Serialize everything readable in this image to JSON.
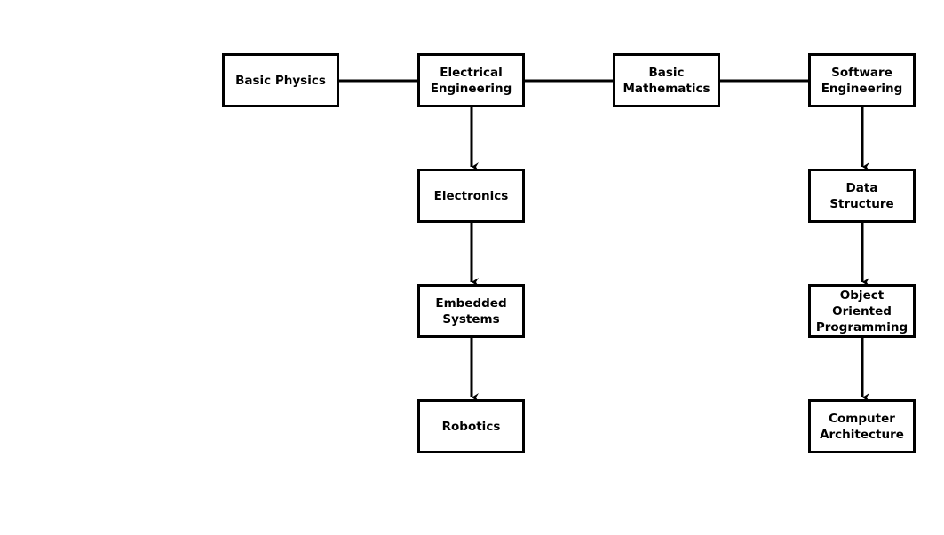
{
  "nodes": {
    "basic_physics": "Basic Physics",
    "electrical_engineering": "Electrical\nEngineering",
    "basic_mathematics": "Basic\nMathematics",
    "software_engineering": "Software\nEngineering",
    "electronics": "Electronics",
    "embedded_systems": "Embedded\nSystems",
    "robotics": "Robotics",
    "data_structure": "Data Structure",
    "object_oriented_programming": "Object Oriented\nProgramming",
    "computer_architecture": "Computer\nArchitecture"
  },
  "edges": [
    {
      "from": "basic_physics",
      "to": "electrical_engineering",
      "type": "line"
    },
    {
      "from": "electrical_engineering",
      "to": "basic_mathematics",
      "type": "line"
    },
    {
      "from": "basic_mathematics",
      "to": "software_engineering",
      "type": "line"
    },
    {
      "from": "electrical_engineering",
      "to": "electronics",
      "type": "arrow"
    },
    {
      "from": "electronics",
      "to": "embedded_systems",
      "type": "arrow"
    },
    {
      "from": "embedded_systems",
      "to": "robotics",
      "type": "arrow"
    },
    {
      "from": "software_engineering",
      "to": "data_structure",
      "type": "arrow"
    },
    {
      "from": "data_structure",
      "to": "object_oriented_programming",
      "type": "arrow"
    },
    {
      "from": "object_oriented_programming",
      "to": "computer_architecture",
      "type": "arrow"
    }
  ],
  "colors": {
    "stroke": "#000000",
    "fill": "#ffffff",
    "text": "#000000"
  }
}
